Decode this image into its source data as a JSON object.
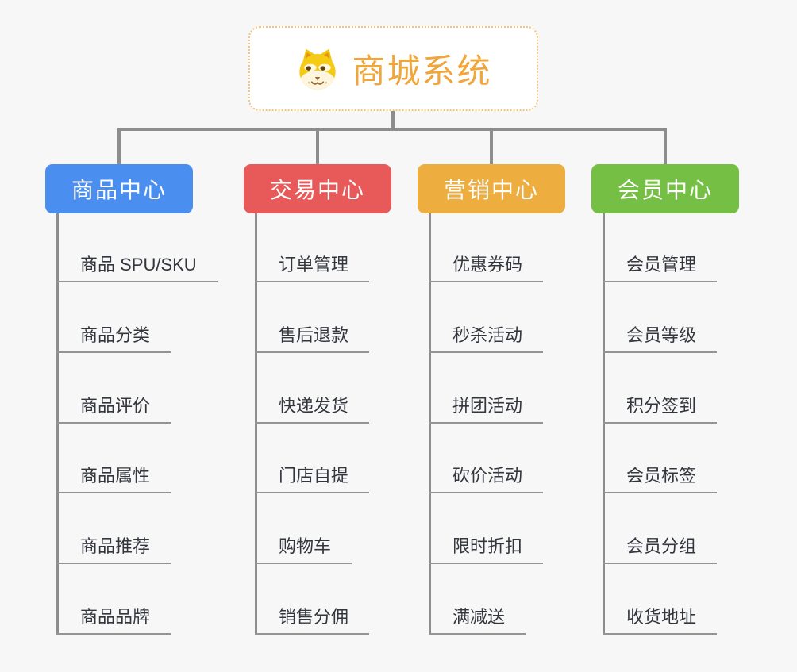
{
  "root": {
    "title": "商城系统",
    "icon": "dog-face-icon",
    "accent_color": "#f0a63a",
    "border_color": "#f5c57f"
  },
  "connector_color": "#8d8d8d",
  "background_color": "#f7f7f7",
  "branches": [
    {
      "label": "商品中心",
      "color": "#4a8ef0",
      "items": [
        "商品 SPU/SKU",
        "商品分类",
        "商品评价",
        "商品属性",
        "商品推荐",
        "商品品牌"
      ]
    },
    {
      "label": "交易中心",
      "color": "#e85a5a",
      "items": [
        "订单管理",
        "售后退款",
        "快递发货",
        "门店自提",
        "购物车",
        "销售分佣"
      ]
    },
    {
      "label": "营销中心",
      "color": "#eeae3f",
      "items": [
        "优惠券码",
        "秒杀活动",
        "拼团活动",
        "砍价活动",
        "限时折扣",
        "满减送"
      ]
    },
    {
      "label": "会员中心",
      "color": "#76bf45",
      "items": [
        "会员管理",
        "会员等级",
        "积分签到",
        "会员标签",
        "会员分组",
        "收货地址"
      ]
    }
  ]
}
